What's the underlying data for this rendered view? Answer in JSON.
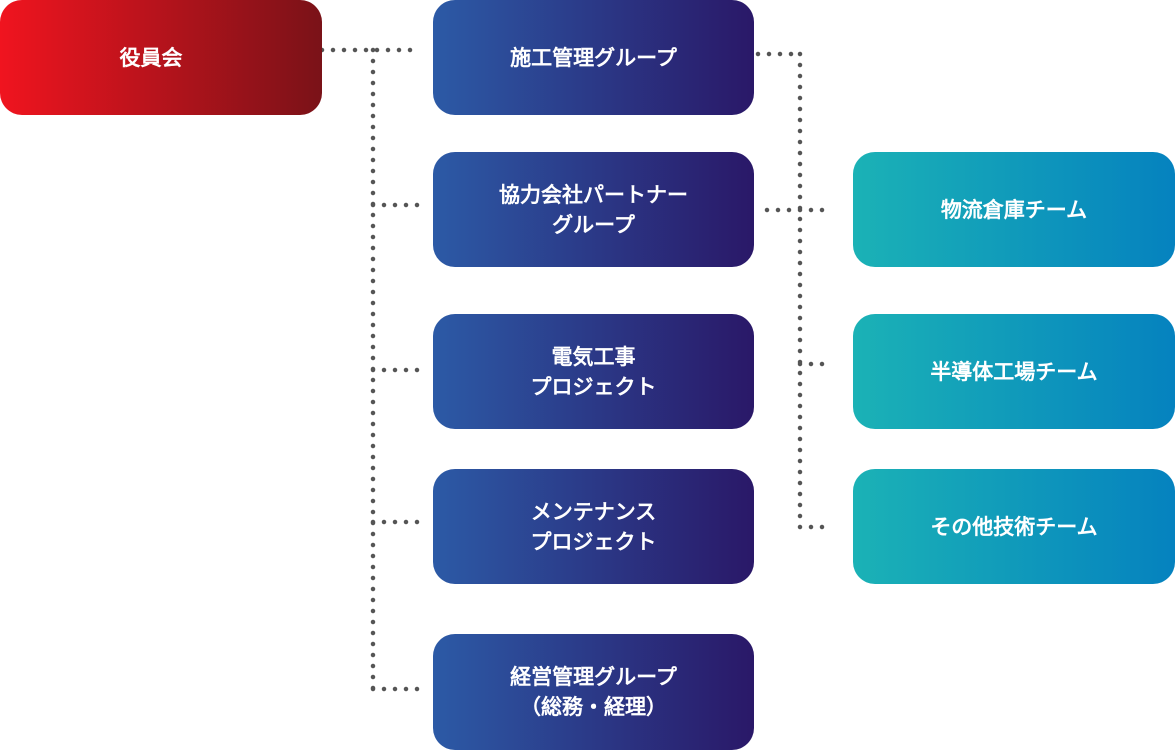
{
  "root": {
    "label": "役員会"
  },
  "groups": [
    {
      "label": "施工管理グループ"
    },
    {
      "label": "協力会社パートナー\nグループ"
    },
    {
      "label": "電気工事\nプロジェクト"
    },
    {
      "label": "メンテナンス\nプロジェクト"
    },
    {
      "label": "経営管理グループ\n（総務・経理）"
    }
  ],
  "teams": [
    {
      "label": "物流倉庫チーム"
    },
    {
      "label": "半導体工場チーム"
    },
    {
      "label": "その他技術チーム"
    }
  ],
  "colors": {
    "root": "#c0141c",
    "group": "#2b3a8a",
    "team": "#0f9cbb",
    "connector": "#555555"
  }
}
